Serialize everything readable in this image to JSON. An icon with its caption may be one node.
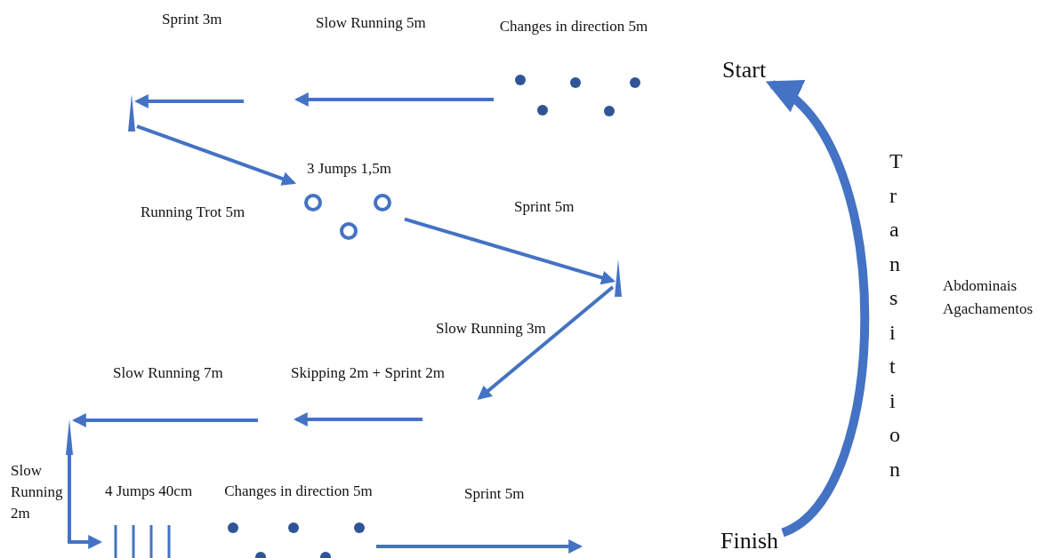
{
  "diagram": {
    "nodes": [
      {
        "text": [
          "Start"
        ]
      },
      {
        "text": [
          "Finish"
        ]
      },
      {
        "text": [
          "Changes in direction 5m"
        ]
      },
      {
        "text": [],
        "shape": "cone"
      },
      {
        "text": [
          "3 Jumps 1,5m"
        ]
      },
      {
        "text": [],
        "shape": "cone"
      },
      {
        "text": [],
        "shape": "cone"
      },
      {
        "text": [
          "4 Jumps 40cm"
        ]
      },
      {
        "text": [
          "Changes in direction 5m"
        ]
      }
    ],
    "edges": [
      {
        "from": 2,
        "to": null,
        "arrow": "to",
        "label": "Slow Running 5m"
      },
      {
        "from": null,
        "to": 3,
        "arrow": "to",
        "label": "Sprint 3m"
      },
      {
        "from": 3,
        "to": 4,
        "arrow": "to",
        "label": "Running Trot 5m"
      },
      {
        "from": 4,
        "to": 5,
        "arrow": "to",
        "label": "Sprint 5m"
      },
      {
        "from": 5,
        "to": null,
        "arrow": "to",
        "label": "Slow Running 3m"
      },
      {
        "from": null,
        "to": 6,
        "arrow": "to",
        "label": "Slow Running 7m"
      },
      {
        "from": 6,
        "to": 7,
        "arrow": "to",
        "label": "Slow Running 2m"
      },
      {
        "from": 8,
        "to": null,
        "arrow": "to",
        "label": "Sprint 5m"
      },
      {
        "from": 1,
        "to": 0,
        "arrow": "to",
        "label": "Transition",
        "style": "thick"
      }
    ],
    "labels": [
      "Skipping 2m + Sprint 2m",
      "Abdominais",
      "Agachamentos"
    ]
  }
}
